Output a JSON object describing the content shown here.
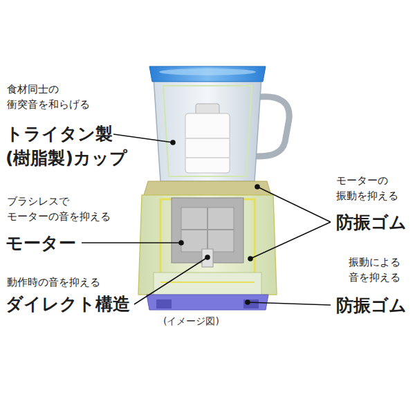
{
  "diagram": {
    "caption": "(イメージ図)",
    "labels": [
      "食材同士の 衝突音を和らげる",
      "トライタン製 (樹脂製)カップ",
      "ブラシレスで モーターの音を抑える",
      "モーター",
      "動作時の音を抑える",
      "ダイレクト構造",
      "モーターの 振動を抑える",
      "防振ゴム",
      "振動による 音を抑える",
      "防振ゴム"
    ]
  }
}
